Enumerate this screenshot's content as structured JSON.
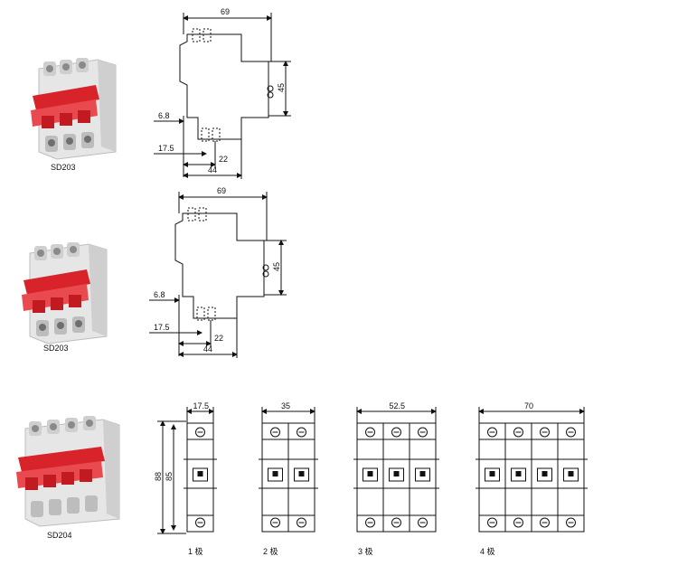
{
  "rows": [
    {
      "product_label": "SD203",
      "dims": {
        "width": "69",
        "height": "45",
        "offset_a": "6.8",
        "offset_b": "17.5",
        "offset_c": "22",
        "depth": "44"
      }
    },
    {
      "product_label": "SD203",
      "dims": {
        "width": "69",
        "height": "45",
        "offset_a": "6.8",
        "offset_b": "17.5",
        "offset_c": "22",
        "depth": "44"
      }
    },
    {
      "product_label": "SD204",
      "front_height_a": "88",
      "front_height_b": "85",
      "poles": [
        {
          "width": "17.5",
          "label": "1 极"
        },
        {
          "width": "35",
          "label": "2 极"
        },
        {
          "width": "52.5",
          "label": "3 极"
        },
        {
          "width": "70",
          "label": "4 极"
        }
      ]
    }
  ],
  "colors": {
    "handle_red": "#d8232a",
    "body_grey": "#d9d9d9",
    "line": "#111111"
  }
}
